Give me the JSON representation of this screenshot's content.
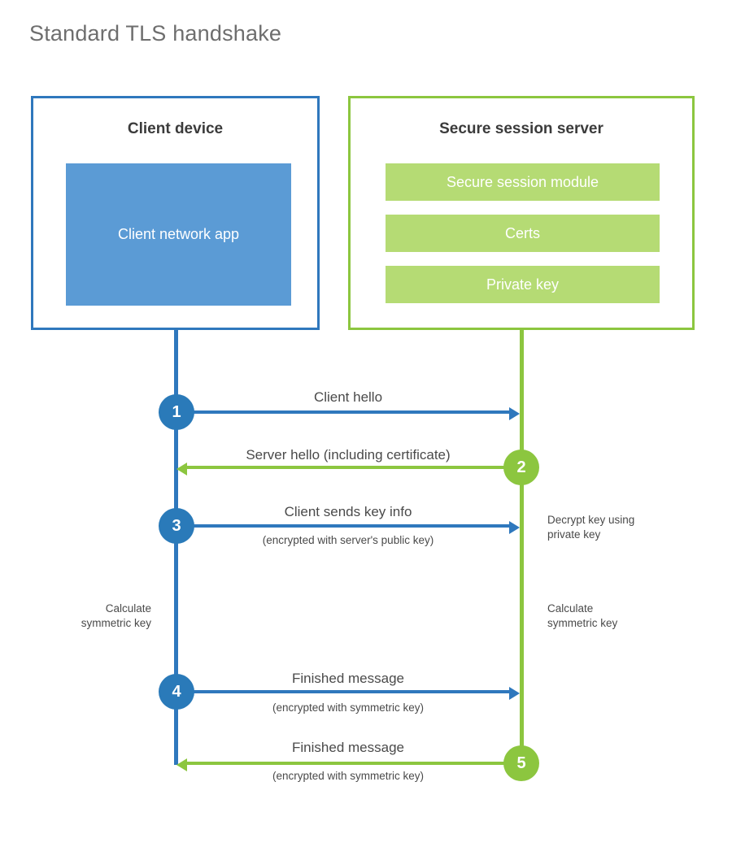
{
  "page": {
    "title": "Standard TLS handshake"
  },
  "colors": {
    "client_border": "#2f78bd",
    "client_fill": "#5b9bd5",
    "client_circle": "#2a7ab9",
    "server_border": "#8cc63f",
    "server_fill": "#b5db74",
    "server_circle": "#8cc63f",
    "title_text": "#6e6e6e",
    "body_text": "#4a4a4a",
    "background": "#ffffff"
  },
  "client": {
    "title": "Client device",
    "app_label": "Client network app"
  },
  "server": {
    "title": "Secure session server",
    "blocks": [
      {
        "label": "Secure session module"
      },
      {
        "label": "Certs"
      },
      {
        "label": "Private key"
      }
    ]
  },
  "steps": [
    {
      "number": "1",
      "label": "Client hello",
      "sublabel": "",
      "direction": "client-to-server",
      "color": "blue"
    },
    {
      "number": "2",
      "label": "Server hello (including certificate)",
      "sublabel": "",
      "direction": "server-to-client",
      "color": "green"
    },
    {
      "number": "3",
      "label": "Client sends key info",
      "sublabel": "(encrypted with server's public key)",
      "direction": "client-to-server",
      "color": "blue"
    },
    {
      "number": "4",
      "label": "Finished message",
      "sublabel": "(encrypted with symmetric key)",
      "direction": "client-to-server",
      "color": "blue"
    },
    {
      "number": "5",
      "label": "Finished message",
      "sublabel": "(encrypted with symmetric key)",
      "direction": "server-to-client",
      "color": "green"
    }
  ],
  "annotations": {
    "decrypt_note": "Decrypt key using\nprivate key",
    "calculate_client": "Calculate\nsymmetric key",
    "calculate_server": "Calculate\nsymmetric key"
  }
}
